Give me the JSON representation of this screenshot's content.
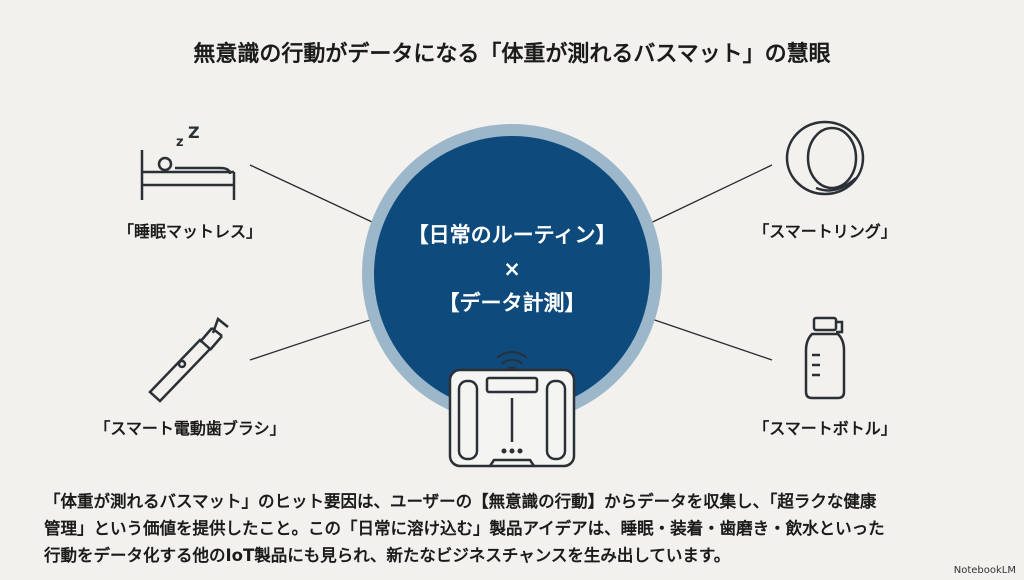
{
  "title": "無意識の行動がデータになる「体重が測れるバスマット」の慧眼",
  "center": {
    "line1": "【日常のルーティン】",
    "line2": "×",
    "line3": "【データ計測】"
  },
  "items": [
    {
      "label": "「睡眠マットレス」",
      "icon": "bed-icon"
    },
    {
      "label": "「スマート電動歯ブラシ」",
      "icon": "toothbrush-icon"
    },
    {
      "label": "「スマートリング」",
      "icon": "ring-icon"
    },
    {
      "label": "「スマートボトル」",
      "icon": "bottle-icon"
    }
  ],
  "body": [
    "「体重が測れるバスマット」のヒット要因は、ユーザーの【無意識の行動】からデータを収集し、「超ラクな健康",
    "管理」という価値を提供したこと。この「日常に溶け込む」製品アイデアは、睡眠・装着・歯磨き・飲水といった",
    "行動をデータ化する他のIoT製品にも見られ、新たなビジネスチャンスを生み出しています。"
  ],
  "brand": "NotebookLM",
  "colors": {
    "circle": "#0e4a7c",
    "ring": "#9db7ca",
    "background": "#f2f1ed"
  }
}
